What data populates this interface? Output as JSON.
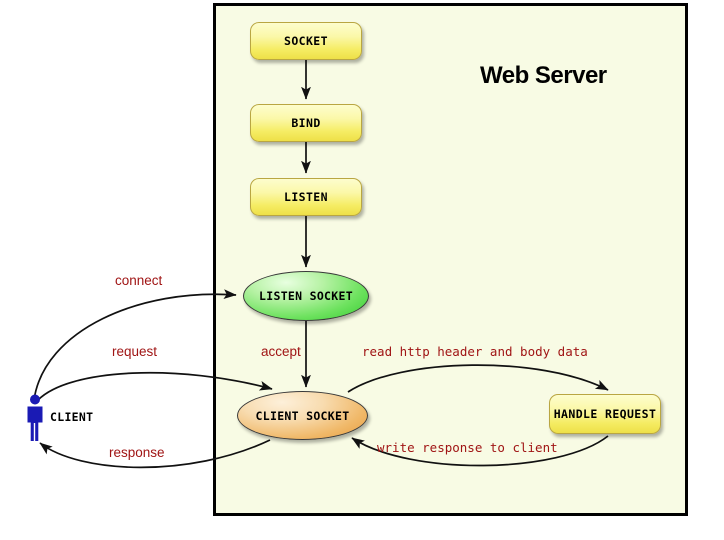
{
  "diagram": {
    "title": "Web Server",
    "background_color": "#ffffff",
    "server_fill": "#f8fbe4",
    "label_color": "#a01515",
    "actor_color": "#1a1ab4"
  },
  "nodes": {
    "socket": "SOCKET",
    "bind": "BIND",
    "listen": "LISTEN",
    "listen_socket": "LISTEN SOCKET",
    "client_socket": "CLIENT SOCKET",
    "handle_request": "HANDLE REQUEST",
    "client": "CLIENT"
  },
  "edge_labels": {
    "connect": "connect",
    "request": "request",
    "response": "response",
    "accept": "accept",
    "read": "read http header and body data",
    "write": "write response to client"
  }
}
